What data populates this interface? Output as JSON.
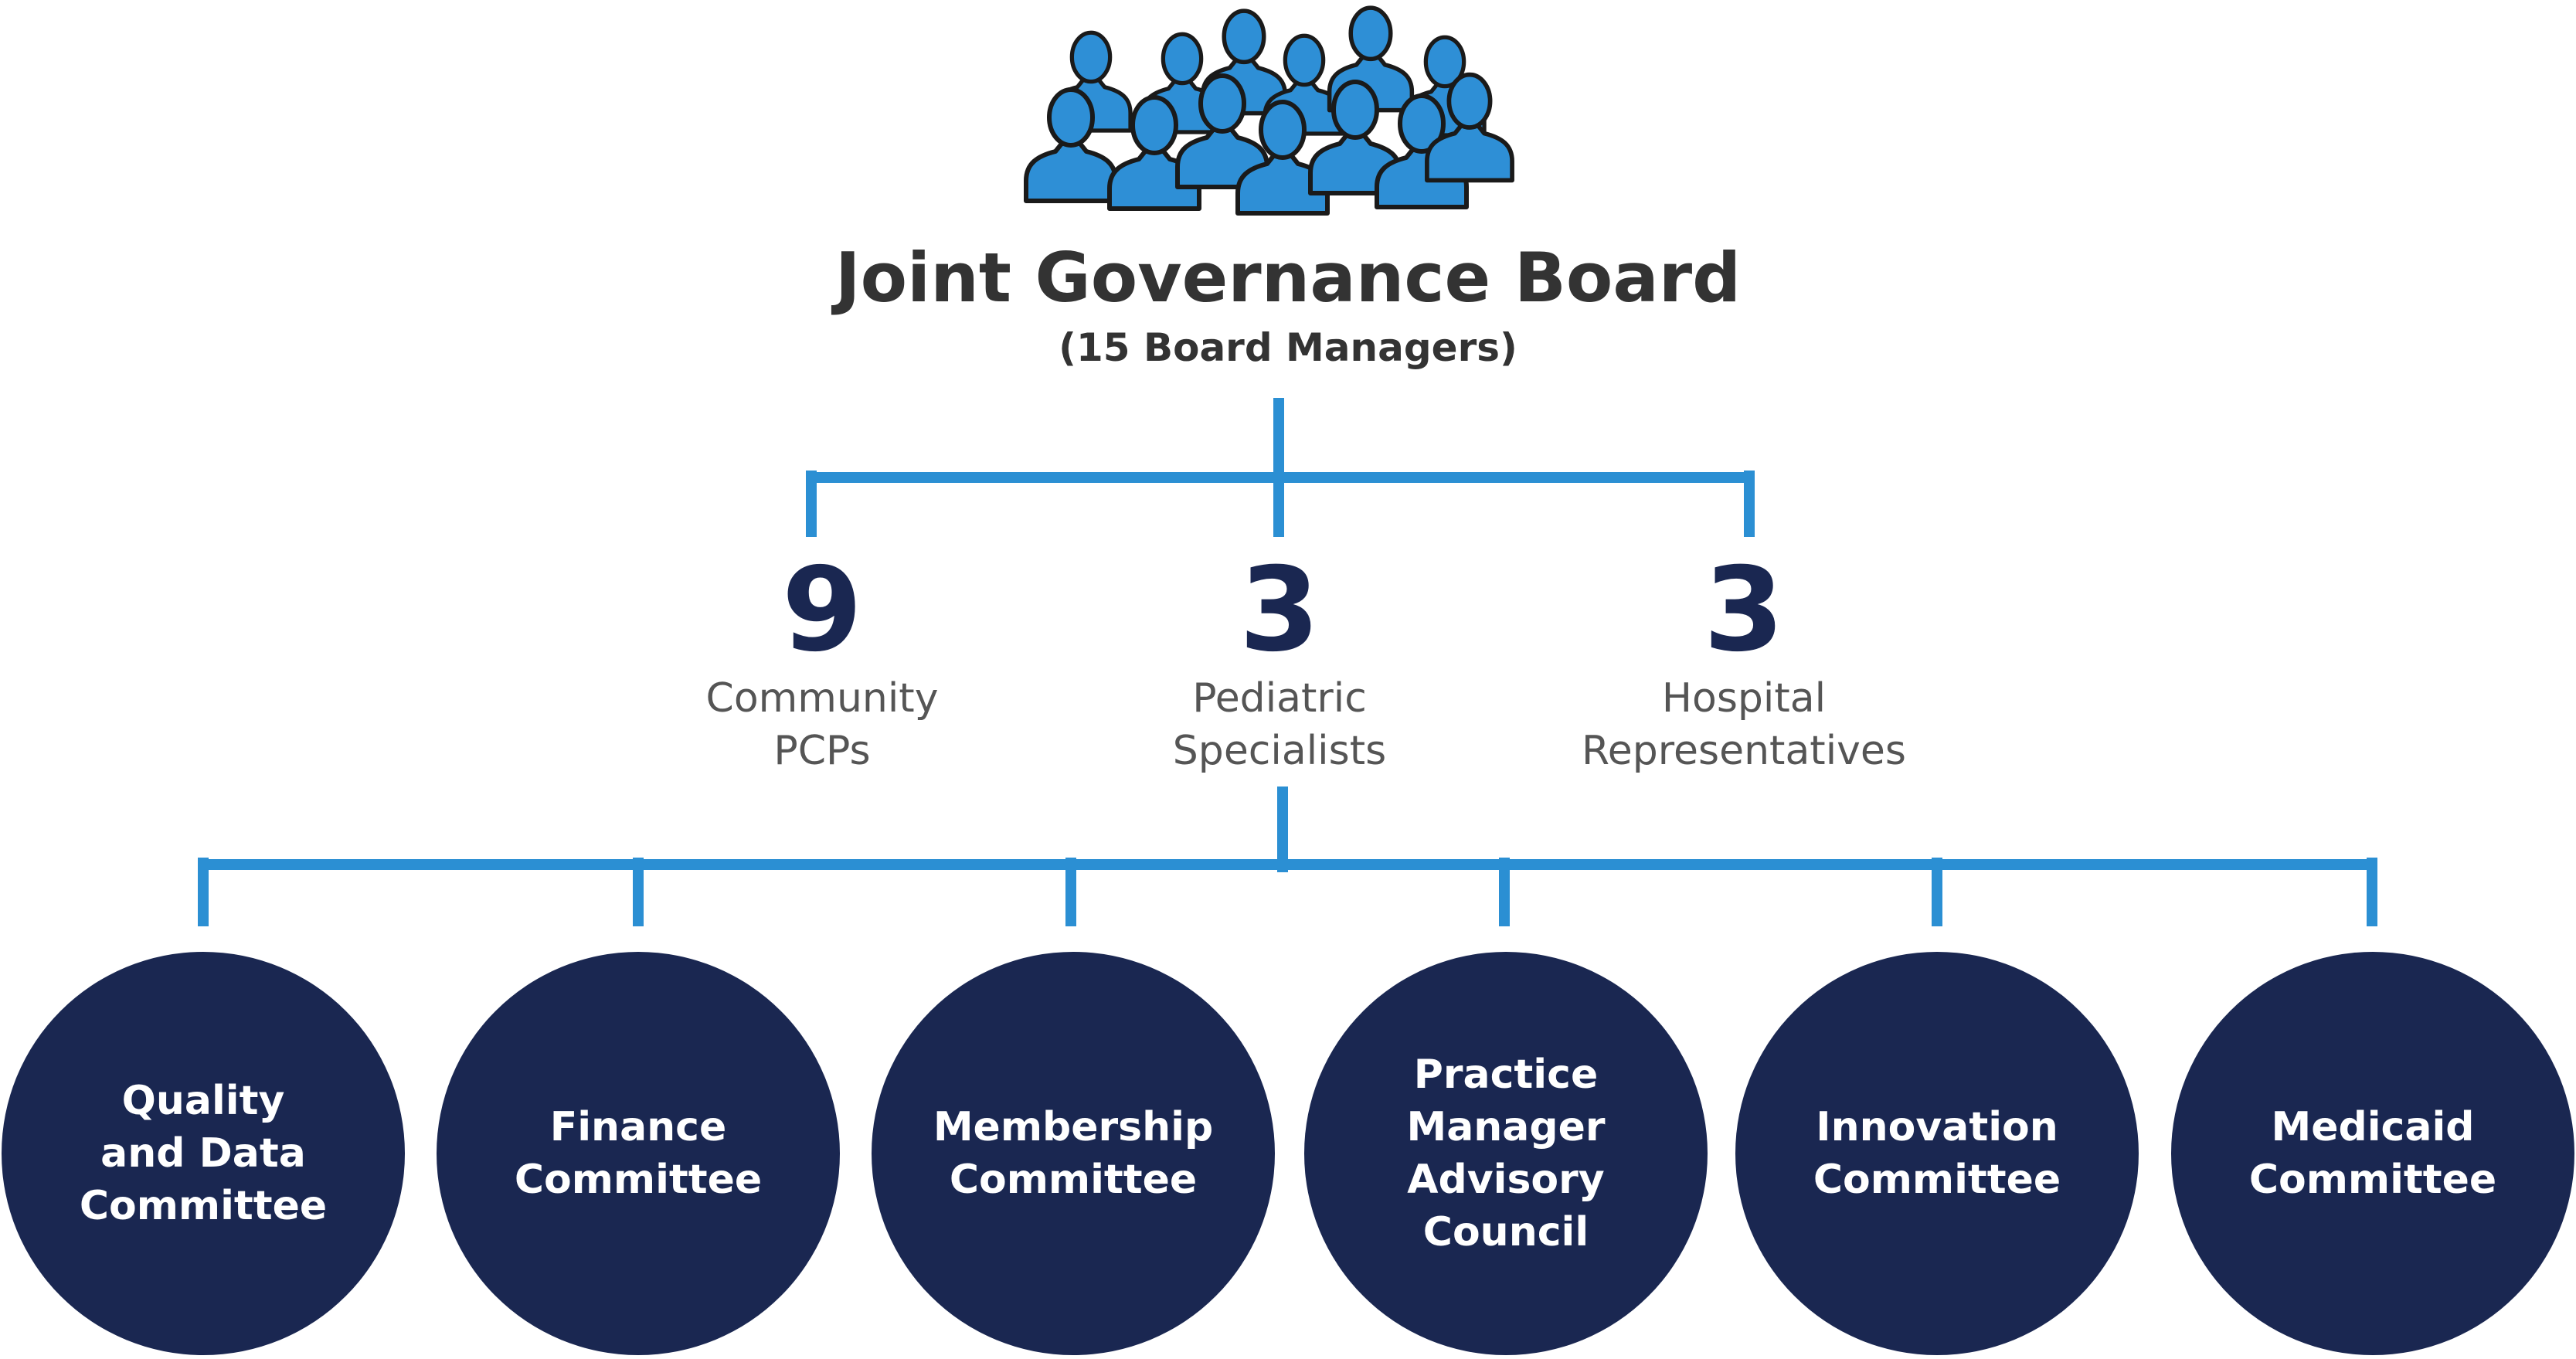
{
  "colors": {
    "accent": "#2b8fd3",
    "navy": "#1a2751",
    "title_text": "#333333",
    "label_text": "#555555",
    "icon_fill": "#2e8fd6",
    "icon_stroke": "#1a1a1a"
  },
  "board": {
    "icon": "group-of-people-icon",
    "title": "Joint Governance Board",
    "subtitle": "(15 Board Managers)"
  },
  "composition": [
    {
      "count": "9",
      "lines": [
        "Community",
        "PCPs"
      ]
    },
    {
      "count": "3",
      "lines": [
        "Pediatric",
        "Specialists"
      ]
    },
    {
      "count": "3",
      "lines": [
        "Hospital",
        "Representatives"
      ]
    }
  ],
  "committees": [
    {
      "lines": [
        "Quality",
        "and Data",
        "Committee"
      ]
    },
    {
      "lines": [
        "Finance",
        "Committee"
      ]
    },
    {
      "lines": [
        "Membership",
        "Committee"
      ]
    },
    {
      "lines": [
        "Practice",
        "Manager",
        "Advisory",
        "Council"
      ]
    },
    {
      "lines": [
        "Innovation",
        "Committee"
      ]
    },
    {
      "lines": [
        "Medicaid",
        "Committee"
      ]
    }
  ]
}
